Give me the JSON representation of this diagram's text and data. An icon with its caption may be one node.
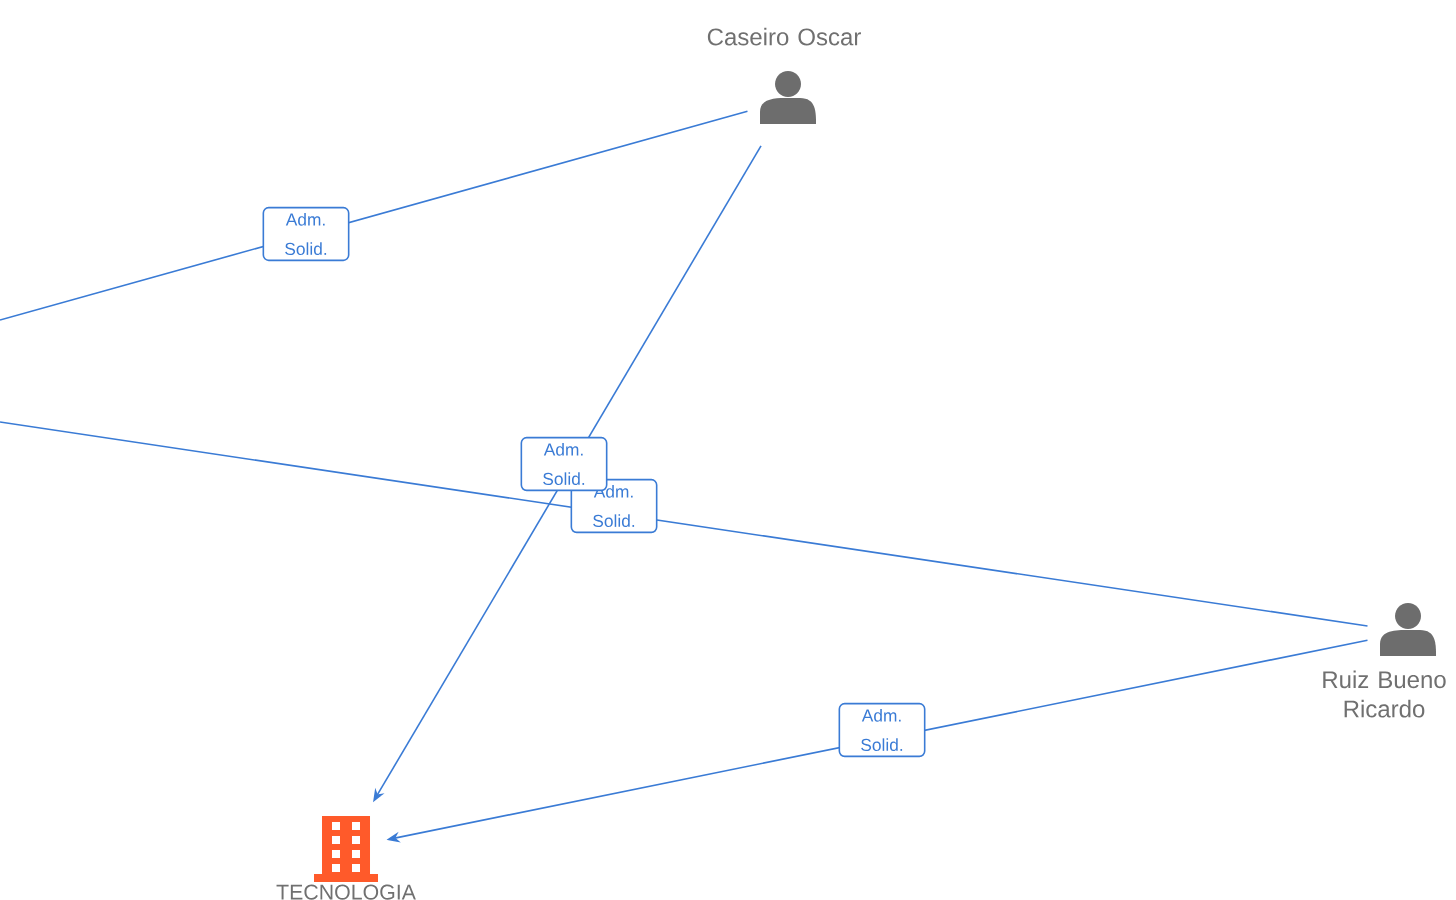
{
  "diagram": {
    "nodes": [
      {
        "text": [
          "Caseiro Oscar"
        ]
      },
      {
        "text": [
          "Ruiz Bueno Ricardo"
        ]
      },
      {
        "text": [
          "TECNOLOGIA"
        ]
      }
    ],
    "edges": [
      {
        "from": null,
        "to": 0,
        "arrow": "none",
        "label": "Adm. Solid."
      },
      {
        "from": null,
        "to": 1,
        "arrow": "none",
        "label": "Adm. Solid."
      },
      {
        "from": 0,
        "to": 2,
        "arrow": "to",
        "label": "Adm. Solid."
      },
      {
        "from": 1,
        "to": 2,
        "arrow": "to",
        "label": "Adm. Solid."
      }
    ]
  }
}
